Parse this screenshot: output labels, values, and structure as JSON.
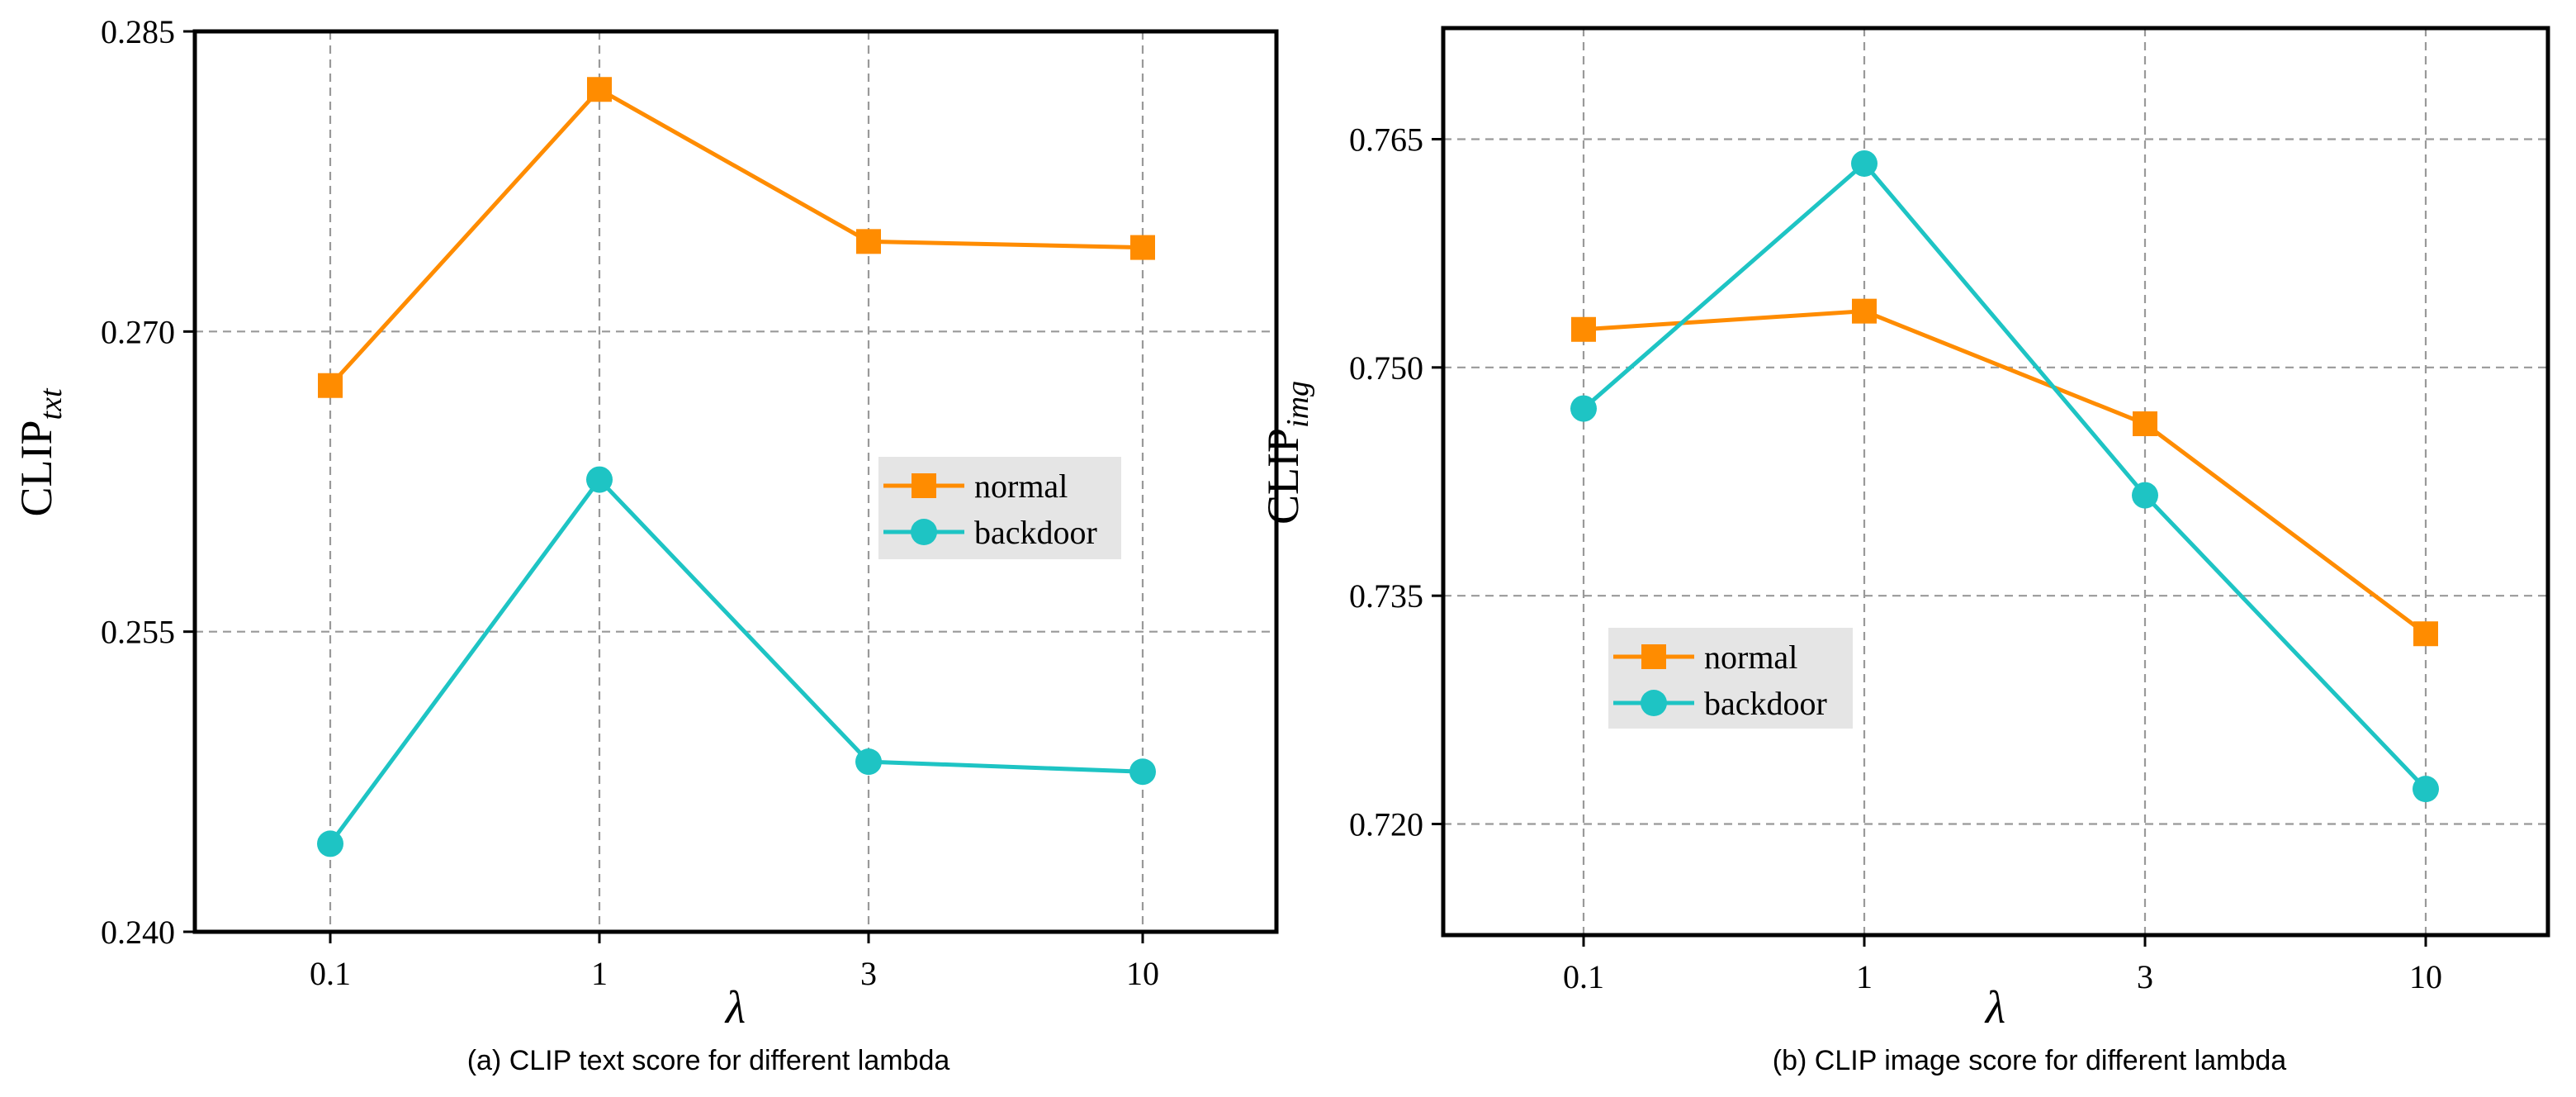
{
  "colors": {
    "normal": "#ff8c00",
    "backdoor": "#1ec4c4",
    "grid": "#999999",
    "legend_bg": "#e5e5e5",
    "frame": "#000000"
  },
  "chart_data": [
    {
      "id": "a",
      "type": "line",
      "caption": "(a)  CLIP text score for different lambda",
      "xlabel": "λ",
      "ylabel_main": "CLIP",
      "ylabel_sub": "txt",
      "categories": [
        "0.1",
        "1",
        "3",
        "10"
      ],
      "ylim": [
        0.24,
        0.285
      ],
      "yticks": [
        "0.240",
        "0.255",
        "0.270",
        "0.285"
      ],
      "grid": true,
      "legend_position": "right",
      "series": [
        {
          "name": "normal",
          "marker": "square",
          "values": [
            0.2673,
            0.2821,
            0.2745,
            0.2742
          ]
        },
        {
          "name": "backdoor",
          "marker": "circle",
          "values": [
            0.2444,
            0.2626,
            0.2485,
            0.248
          ]
        }
      ]
    },
    {
      "id": "b",
      "type": "line",
      "caption": "(b) CLIP image score for different lambda",
      "xlabel": "λ",
      "ylabel_main": "CLIP",
      "ylabel_sub": "img",
      "categories": [
        "0.1",
        "1",
        "3",
        "10"
      ],
      "ylim": [
        0.7127,
        0.7723
      ],
      "yticks": [
        "0.720",
        "0.735",
        "0.750",
        "0.765"
      ],
      "grid": true,
      "legend_position": "lower-left",
      "series": [
        {
          "name": "normal",
          "marker": "square",
          "values": [
            0.7525,
            0.7537,
            0.7463,
            0.7325
          ]
        },
        {
          "name": "backdoor",
          "marker": "circle",
          "values": [
            0.7473,
            0.7634,
            0.7416,
            0.7223
          ]
        }
      ]
    }
  ]
}
